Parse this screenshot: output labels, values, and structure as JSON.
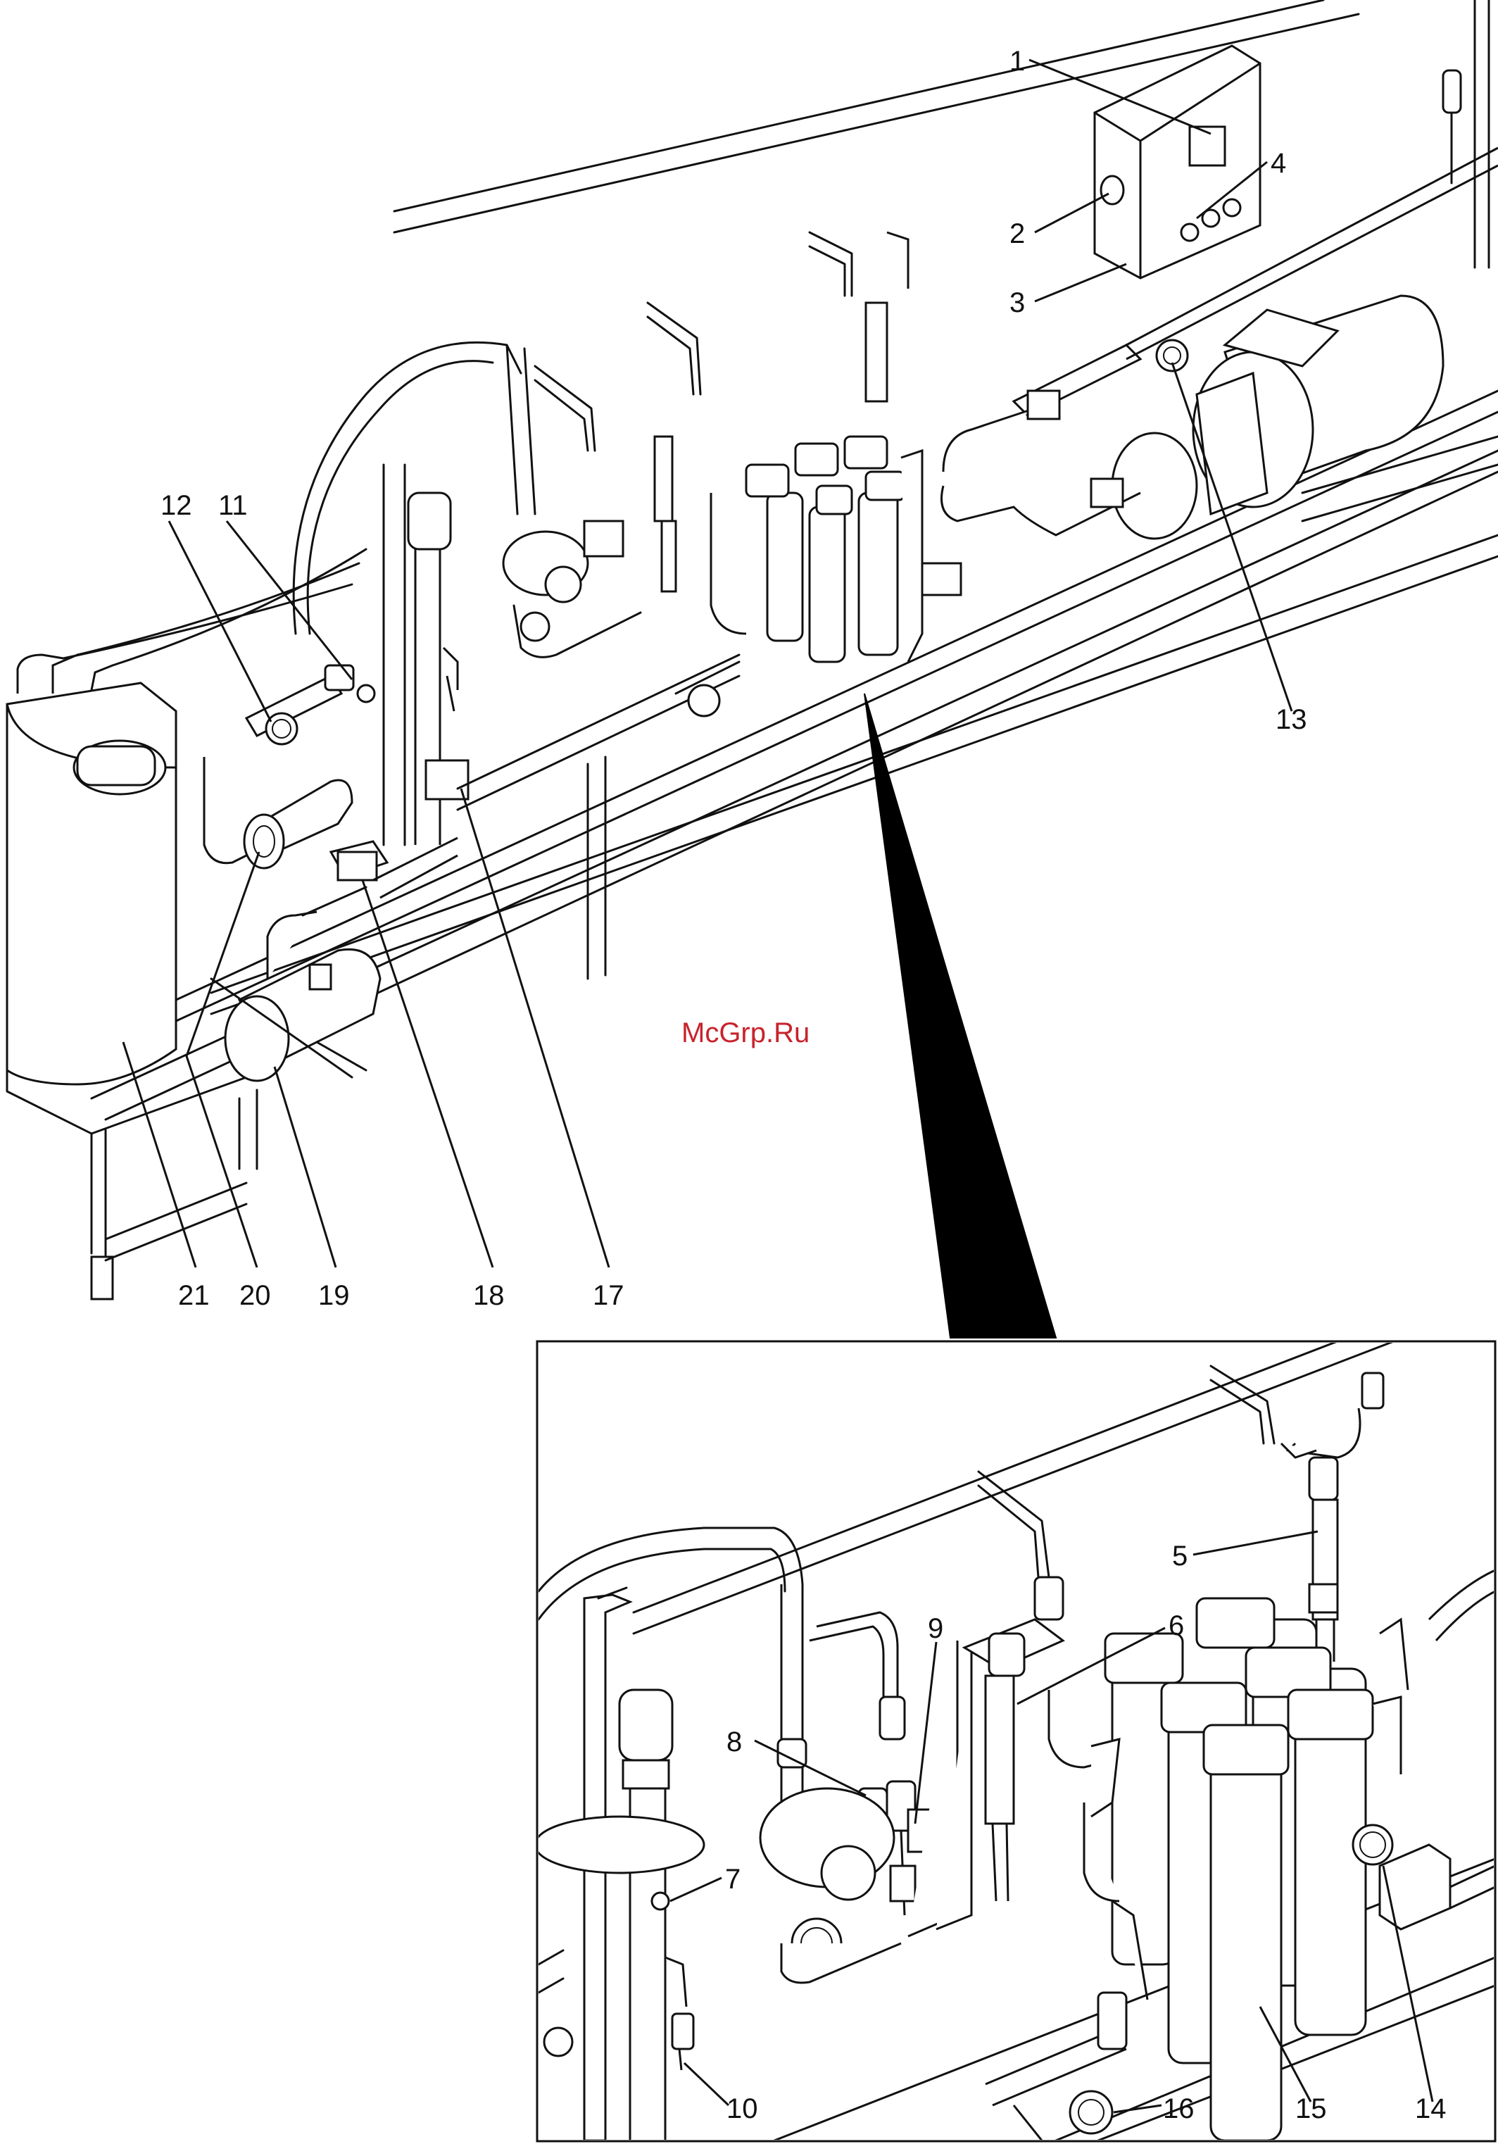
{
  "watermark": "McGrp.Ru",
  "callouts": [
    {
      "id": "1",
      "text": "1"
    },
    {
      "id": "2",
      "text": "2"
    },
    {
      "id": "3",
      "text": "3"
    },
    {
      "id": "4",
      "text": "4"
    },
    {
      "id": "5",
      "text": "5"
    },
    {
      "id": "6",
      "text": "6"
    },
    {
      "id": "7",
      "text": "7"
    },
    {
      "id": "8",
      "text": "8"
    },
    {
      "id": "9",
      "text": "9"
    },
    {
      "id": "10",
      "text": "10"
    },
    {
      "id": "11",
      "text": "11"
    },
    {
      "id": "12",
      "text": "12"
    },
    {
      "id": "13",
      "text": "13"
    },
    {
      "id": "14",
      "text": "14"
    },
    {
      "id": "15",
      "text": "15"
    },
    {
      "id": "16",
      "text": "16"
    },
    {
      "id": "17",
      "text": "17"
    },
    {
      "id": "18",
      "text": "18"
    },
    {
      "id": "19",
      "text": "19"
    },
    {
      "id": "20",
      "text": "20"
    },
    {
      "id": "21",
      "text": "21"
    }
  ],
  "colors": {
    "line": "#111111",
    "watermark": "#c8232c",
    "background": "#ffffff"
  }
}
